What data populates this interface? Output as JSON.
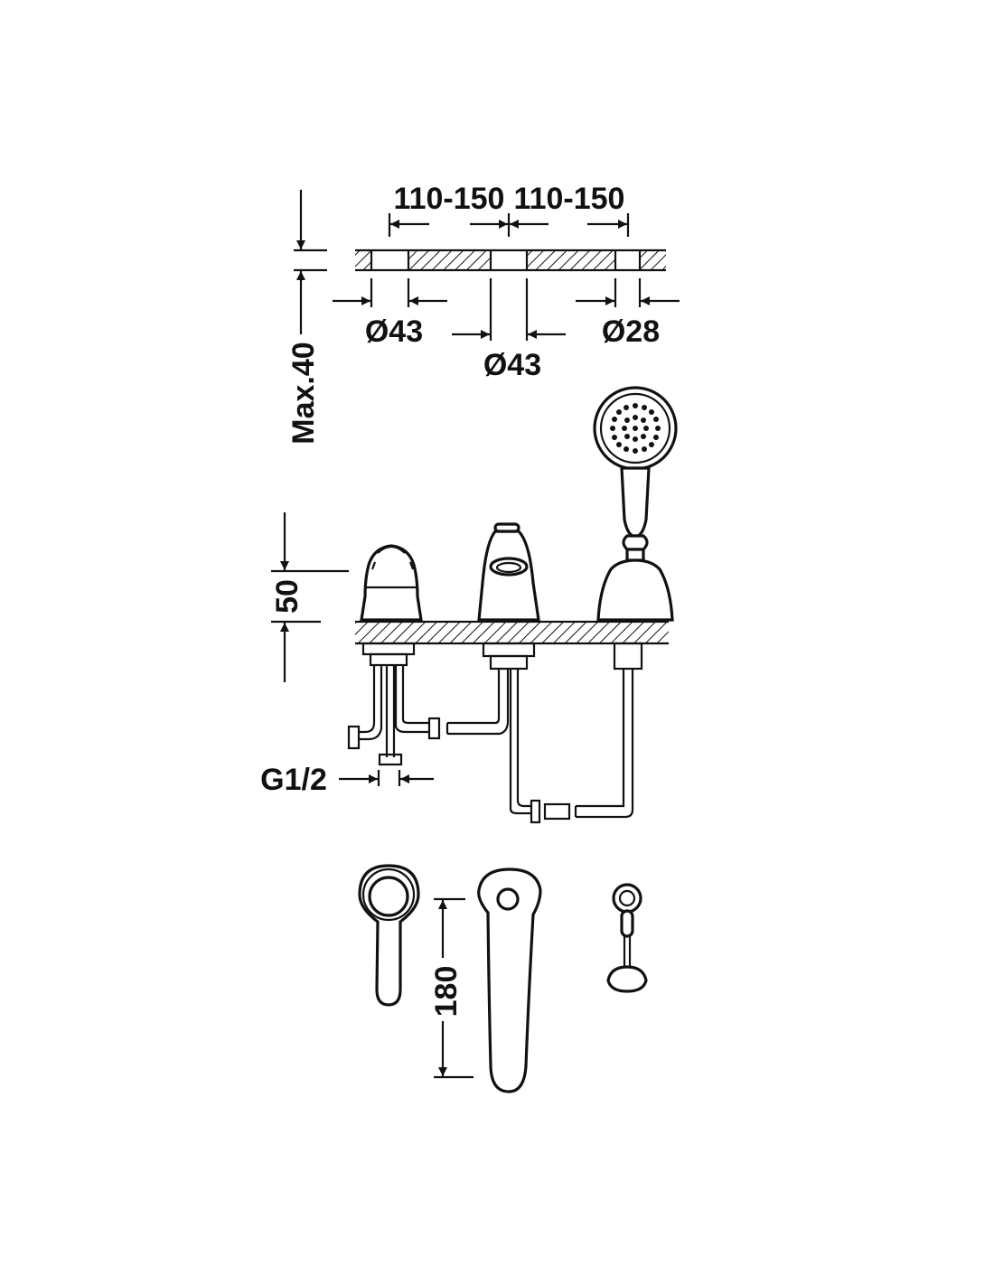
{
  "drawing": {
    "plan_view": {
      "spacing_left": "110-150",
      "spacing_right": "110-150",
      "hole_left": "Ø43",
      "hole_center": "Ø43",
      "hole_right": "Ø28",
      "max_thickness": "Max.40"
    },
    "elevation_view": {
      "height": "50",
      "connection": "G1/2"
    },
    "top_view": {
      "spout_length": "180"
    }
  },
  "colors": {
    "line": "#111111",
    "background": "#ffffff"
  }
}
